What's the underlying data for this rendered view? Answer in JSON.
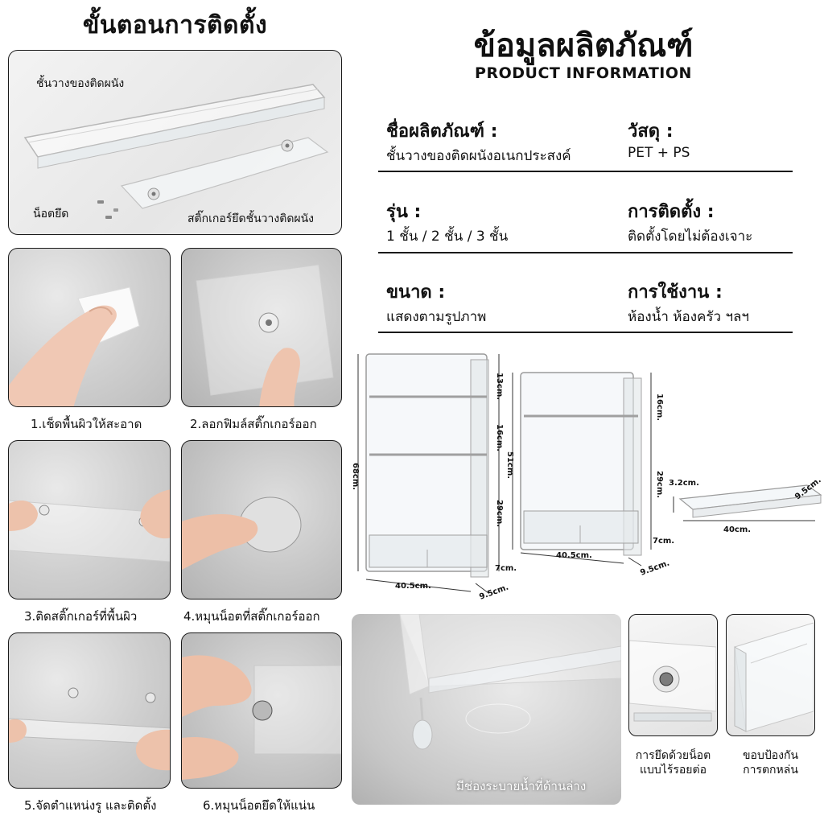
{
  "left": {
    "title": "ขั้นตอนการติดตั้ง",
    "hero": {
      "shelf_label": "ชั้นวางของติดผนัง",
      "screw_label": "น็อตยึด",
      "sticker_label": "สติ๊กเกอร์ยึดชั้นวางติดผนัง"
    },
    "steps": [
      {
        "caption": "1.เช็ดพื้นผิวให้สะอาด"
      },
      {
        "caption": "2.ลอกฟิมล์สติ๊กเกอร์ออก"
      },
      {
        "caption": "3.ติดสติ๊กเกอร์ที่พื้นผิว"
      },
      {
        "caption": "4.หมุนน็อตที่สติ๊กเกอร์ออก"
      },
      {
        "caption": "5.จัดตำแหน่งรู และติดตั้ง"
      },
      {
        "caption": "6.หมุนน็อตยึดให้แน่น"
      }
    ]
  },
  "right": {
    "title": "ข้อมูลผลิตภัณฑ์",
    "subtitle": "PRODUCT INFORMATION",
    "info": {
      "name_head": "ชื่อผลิตภัณฑ์ :",
      "name_val": "ชั้นวางของติดผนังอเนกประสงค์",
      "material_head": "วัสดุ :",
      "material_val": "PET + PS",
      "model_head": "รุ่น :",
      "model_val": "1 ชั้น / 2 ชั้น / 3 ชั้น",
      "install_head": "การติดตั้ง :",
      "install_val": "ติดตั้งโดยไม่ต้องเจาะ",
      "size_head": "ขนาด :",
      "size_val": "แสดงตามรูปภาพ",
      "usage_head": "การใช้งาน :",
      "usage_val": "ห้องน้ำ ห้องครัว ฯลฯ"
    },
    "dims": {
      "three": {
        "h_total": "68cm.",
        "h1": "13cm.",
        "h2": "16cm.",
        "h3": "29cm.",
        "h4": "7cm.",
        "width": "40.5cm.",
        "depth": "9.5cm."
      },
      "two": {
        "h_total": "51cm.",
        "h1": "16cm.",
        "h2": "29cm.",
        "h3": "7cm.",
        "width": "40.5cm.",
        "depth": "9.5cm."
      },
      "one": {
        "height": "3.2cm.",
        "width": "40cm.",
        "depth": "9.5cm."
      }
    },
    "details": {
      "drain_caption": "มีช่องระบายน้ำที่ด้านล่าง",
      "screw_caption_1": "การยึดด้วยน็อต",
      "screw_caption_2": "แบบไร้รอยต่อ",
      "edge_caption_1": "ขอบป้องกัน",
      "edge_caption_2": "การตกหล่น"
    }
  }
}
